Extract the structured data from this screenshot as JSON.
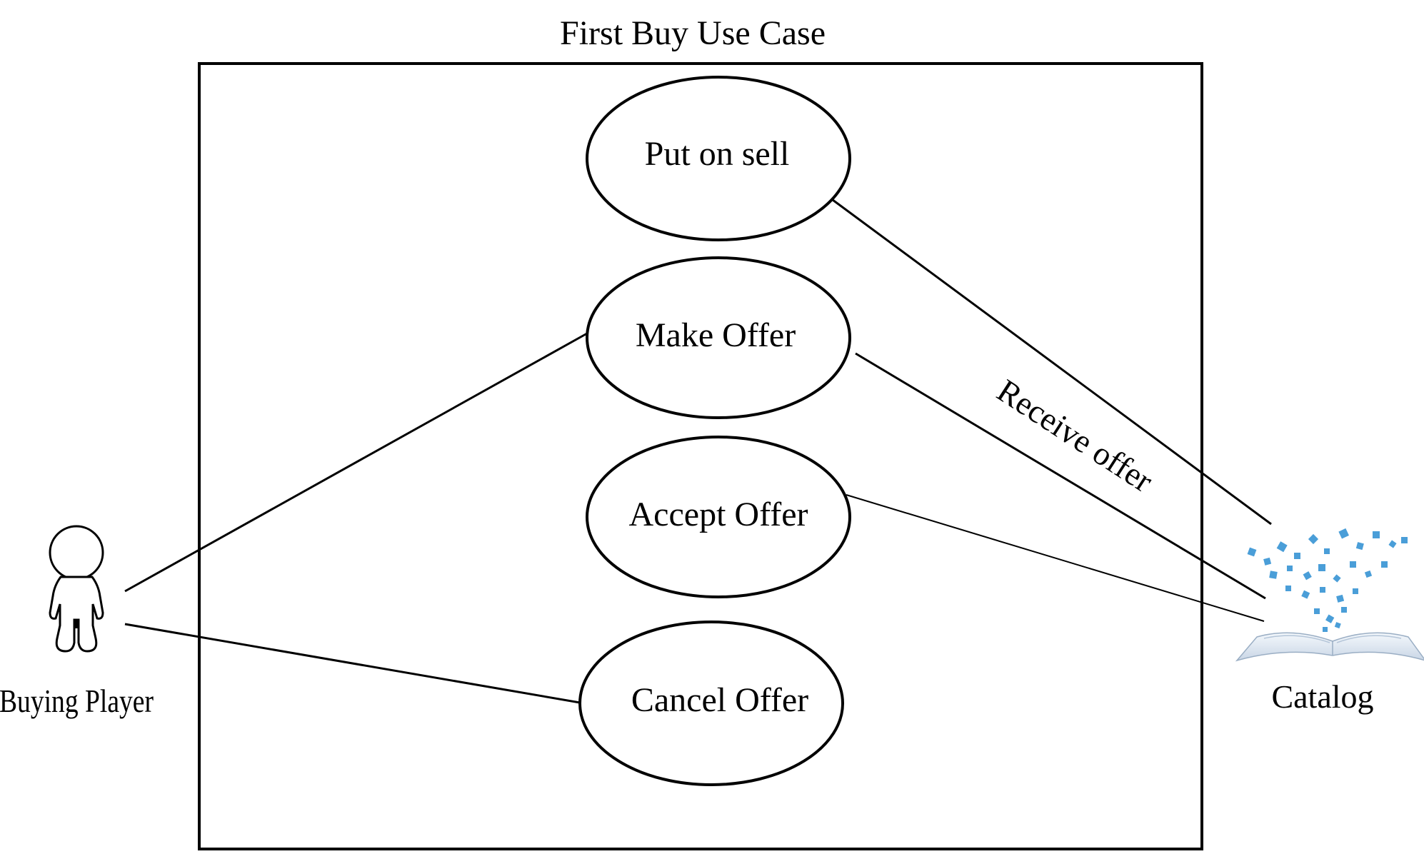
{
  "diagram": {
    "title": "First Buy Use Case",
    "use_cases": [
      {
        "id": "put-on-sell",
        "label": "Put on sell"
      },
      {
        "id": "make-offer",
        "label": "Make Offer"
      },
      {
        "id": "accept-offer",
        "label": "Accept Offer"
      },
      {
        "id": "cancel-offer",
        "label": "Cancel Offer"
      }
    ],
    "actors": {
      "buyer": {
        "label": "Buying Player",
        "icon": "stick-figure-icon"
      },
      "catalog": {
        "label": "Catalog",
        "icon": "open-book-icon"
      }
    },
    "association_label": "Receive offer",
    "colors": {
      "line": "#000000",
      "catalog_cubes": "#4a9ed8"
    }
  }
}
